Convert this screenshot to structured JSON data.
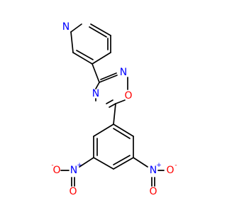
{
  "colors": {
    "bond": "#000000",
    "nitrogen": "#0000ff",
    "oxygen": "#ff0000",
    "background": "#ffffff"
  },
  "atoms": {
    "pyridine_n": "N",
    "oxadiazole_n2": "N",
    "oxadiazole_o1": "O",
    "oxadiazole_n4": "N",
    "nitro_left_n": "N",
    "nitro_left_o_single": "O",
    "nitro_left_o_double": "O",
    "nitro_right_n": "N",
    "nitro_right_o_single": "O",
    "nitro_right_o_double": "O"
  },
  "charges": {
    "nitro_left_n": "+",
    "nitro_left_o": "-",
    "nitro_right_n": "+",
    "nitro_right_o": "-"
  }
}
